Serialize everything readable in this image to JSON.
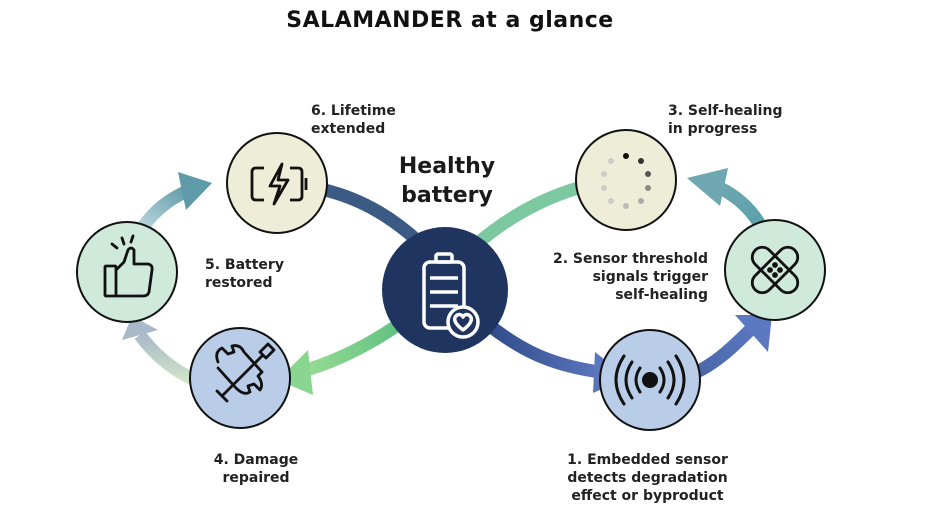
{
  "title": "SALAMANDER at a glance",
  "center": {
    "line1": "Healthy",
    "line2": "battery",
    "icon": "battery-heart-icon"
  },
  "steps": [
    {
      "number": "1.",
      "label": "1. Embedded sensor\ndetects degradation\neffect or byproduct",
      "icon": "sensor-signal-icon",
      "color": "#b9cde8"
    },
    {
      "number": "2.",
      "label": "2. Sensor threshold\nsignals trigger\nself-healing",
      "icon": "",
      "color": ""
    },
    {
      "number": "3.",
      "label": "3. Self-healing\nin progress",
      "icon": "loading-spinner-icon",
      "color": "#eeeed8"
    },
    {
      "number": "4.",
      "label": "4. Damage\nrepaired",
      "icon": "wrench-screwdriver-icon",
      "color": "#b9cde8"
    },
    {
      "number": "5.",
      "label": "5. Battery\nrestored",
      "icon": "thumbs-up-icon",
      "color": "#cfe9da"
    },
    {
      "number": "6.",
      "label": "6. Lifetime\nextended",
      "icon": "charging-battery-icon",
      "color": "#eeeed8"
    }
  ],
  "extra_icon": {
    "icon": "bandage-icon",
    "color": "#cfe9da"
  },
  "colors": {
    "navy": "#1f3560",
    "blue_arrow": "#4a64a6",
    "green_arrow": "#7dd08a",
    "teal_arrow": "#5b9aa6",
    "outline": "#111111"
  }
}
